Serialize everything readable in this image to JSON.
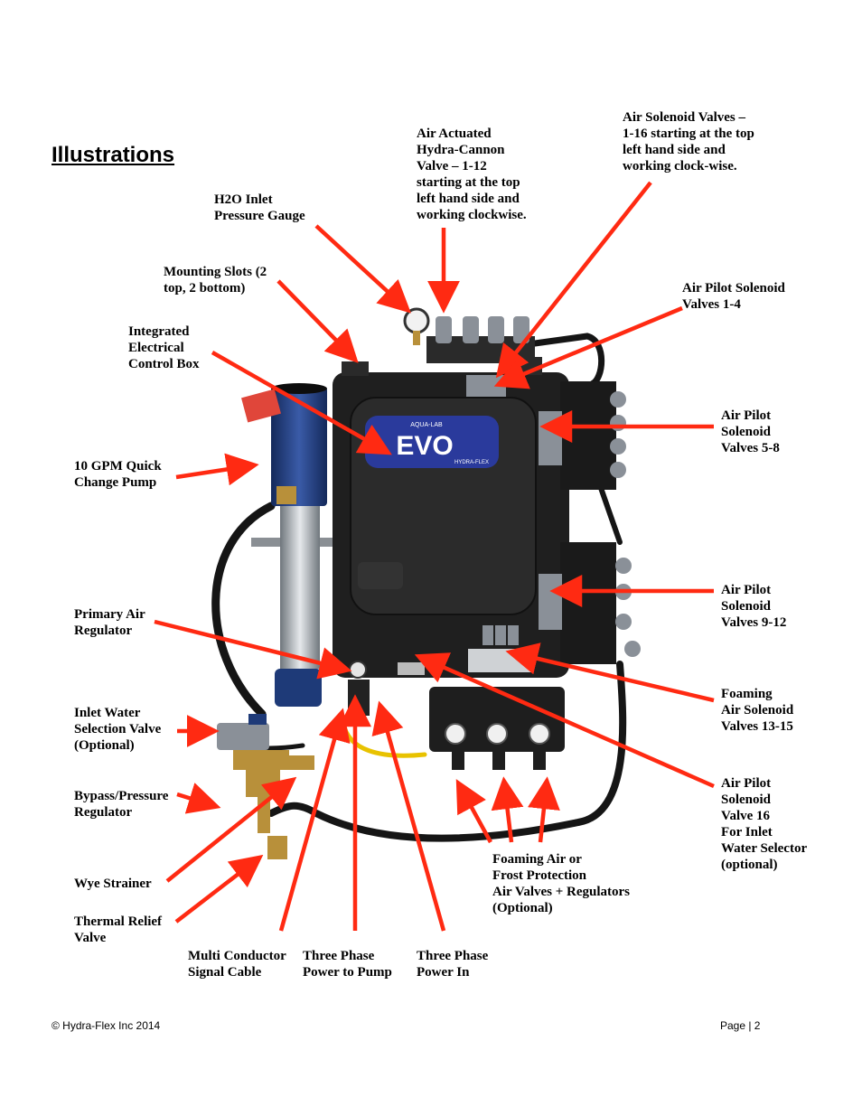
{
  "page": {
    "title": "Illustrations",
    "footer_left": "© Hydra-Flex Inc 2014",
    "footer_right": "Page | 2"
  },
  "product": {
    "brand_small": "AQUA-LAB",
    "brand_large": "EVO",
    "maker": "HYDRA-FLEX"
  },
  "labels": {
    "air_actuated_valve": "Air Actuated\nHydra-Cannon\nValve – 1-12\nstarting at the top\nleft hand side and\nworking clockwise.",
    "air_solenoid_valves": "Air Solenoid Valves –\n1-16 starting at the top\nleft hand side and\nworking clock-wise.",
    "h2o_gauge": "H2O Inlet\nPressure Gauge",
    "mounting_slots": "Mounting Slots (2\ntop, 2 bottom)",
    "air_pilot_1_4": "Air Pilot Solenoid\nValves 1-4",
    "control_box": "Integrated\nElectrical\nControl Box",
    "air_pilot_5_8": "Air Pilot\nSolenoid\nValves 5-8",
    "pump": "10 GPM Quick\nChange Pump",
    "air_pilot_9_12": "Air Pilot\nSolenoid\nValves 9-12",
    "primary_regulator": "Primary Air\nRegulator",
    "foaming_13_15": "Foaming\nAir Solenoid\nValves 13-15",
    "inlet_selection": "Inlet Water\nSelection Valve\n(Optional)",
    "air_pilot_16": "Air Pilot\nSolenoid\nValve 16\nFor Inlet\nWater Selector\n(optional)",
    "bypass": "Bypass/Pressure\nRegulator",
    "foaming_frost": "Foaming Air or\nFrost Protection\nAir Valves + Regulators\n(Optional)",
    "wye": "Wye Strainer",
    "thermal": "Thermal Relief\nValve",
    "signal_cable": "Multi Conductor\nSignal Cable",
    "power_pump": "Three Phase\nPower to Pump",
    "power_in": "Three Phase\nPower In"
  },
  "colors": {
    "arrow": "#ff2a12",
    "cabinet": "#1e1e1e",
    "evo_badge": "#2a3a9c",
    "pump_blue": "#1e3a78",
    "valve_grey": "#8a9098",
    "brass": "#b8903a"
  }
}
